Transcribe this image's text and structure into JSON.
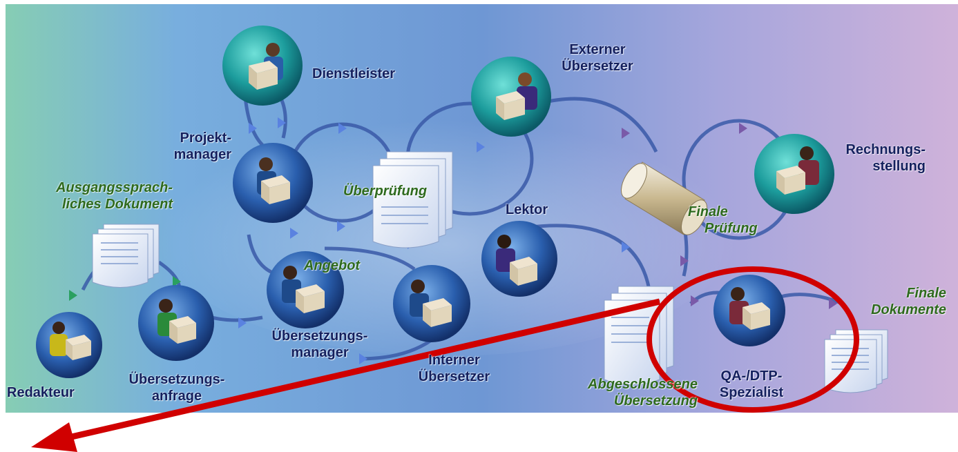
{
  "colors": {
    "role_text": "#14205e",
    "doc_text": "#2e6a1e",
    "highlight": "#d00000",
    "bg_left": "#7ec7b0",
    "bg_mid": "#6f9ad6",
    "bg_right": "#c8a8d8"
  },
  "roles": {
    "dienstleister": "Dienstleister",
    "externer_1": "Externer",
    "externer_2": "Übersetzer",
    "projekt_1": "Projekt-",
    "projekt_2": "manager",
    "rechnung_1": "Rechnungs-",
    "rechnung_2": "stellung",
    "lektor": "Lektor",
    "uebersetzungsmanager_1": "Übersetzungs-",
    "uebersetzungsmanager_2": "manager",
    "interner_1": "Interner",
    "interner_2": "Übersetzer",
    "redakteur": "Redakteur",
    "anfrage_1": "Übersetzungs-",
    "anfrage_2": "anfrage",
    "qa_1": "QA-/DTP-",
    "qa_2": "Spezialist"
  },
  "documents": {
    "ausgang_1": "Ausgangssprach-",
    "ausgang_2": "liches Dokument",
    "ueberpruefung": "Überprüfung",
    "angebot": "Angebot",
    "finale_pruefung_1": "Finale",
    "finale_pruefung_2": "Prüfung",
    "finale_dok_1": "Finale",
    "finale_dok_2": "Dokumente",
    "abgeschlossen_1": "Abgeschlossene",
    "abgeschlossen_2": "Übersetzung"
  },
  "icons": [
    "person-with-box-icon",
    "document-stack-icon",
    "scroll-icon",
    "highlight-ellipse",
    "red-arrow"
  ]
}
